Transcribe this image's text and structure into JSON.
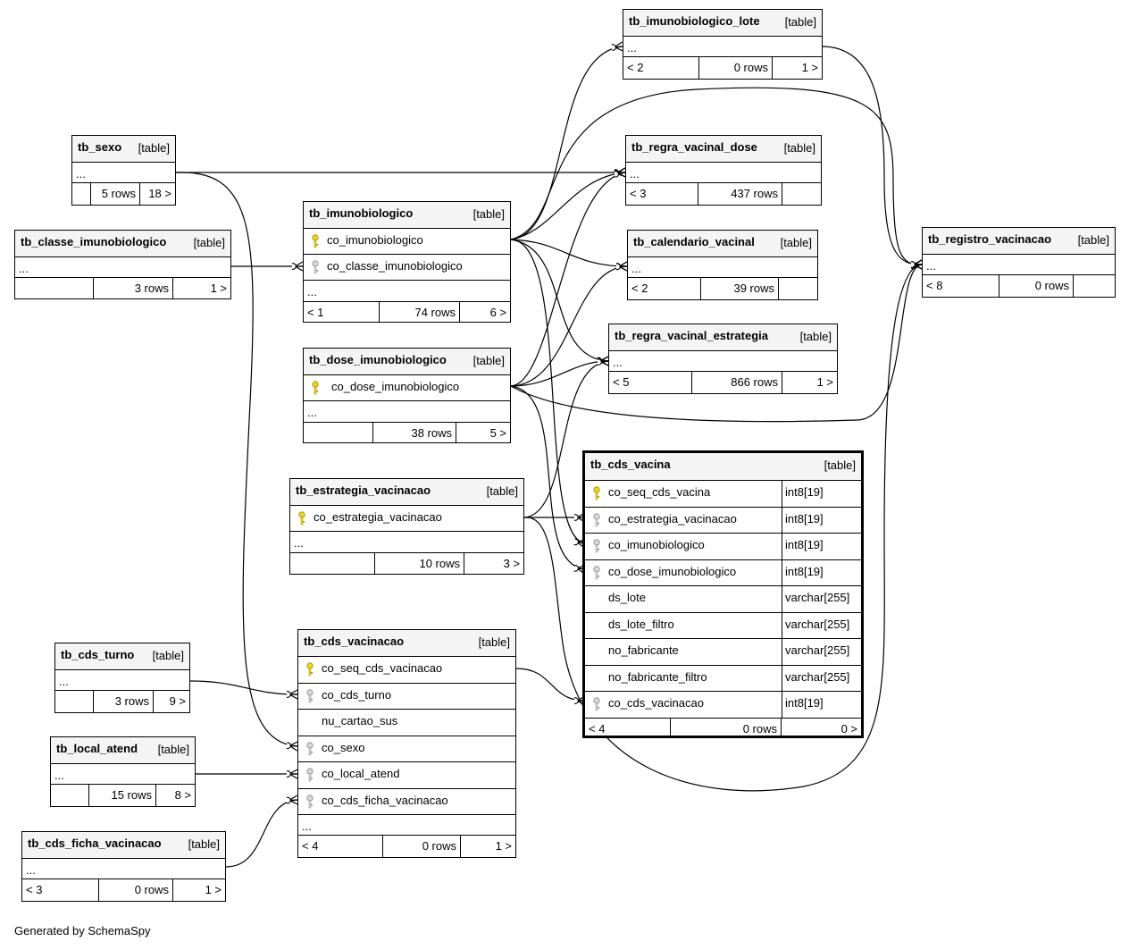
{
  "footer": "Generated by SchemaSpy",
  "colors": {
    "pk_key": "#f2d60f",
    "fk_key": "#b8b8b8",
    "header_bg": "#f4f4f4",
    "line": "#000000"
  },
  "tables": {
    "lote": {
      "name": "tb_imunobiologico_lote",
      "type": "[table]",
      "ellipsis": "...",
      "parents": "< 2",
      "rows": "0 rows",
      "children": "1 >"
    },
    "dose_regra": {
      "name": "tb_regra_vacinal_dose",
      "type": "[table]",
      "ellipsis": "...",
      "parents": "< 3",
      "rows": "437 rows",
      "children": ""
    },
    "calendario": {
      "name": "tb_calendario_vacinal",
      "type": "[table]",
      "ellipsis": "...",
      "parents": "< 2",
      "rows": "39 rows",
      "children": ""
    },
    "estrategia_regra": {
      "name": "tb_regra_vacinal_estrategia",
      "type": "[table]",
      "ellipsis": "...",
      "parents": "< 5",
      "rows": "866 rows",
      "children": "1 >"
    },
    "registro": {
      "name": "tb_registro_vacinacao",
      "type": "[table]",
      "ellipsis": "...",
      "parents": "< 8",
      "rows": "0 rows",
      "children": ""
    },
    "sexo": {
      "name": "tb_sexo",
      "type": "[table]",
      "ellipsis": "...",
      "parents": "",
      "rows": "5 rows",
      "children": "18 >"
    },
    "classe": {
      "name": "tb_classe_imunobiologico",
      "type": "[table]",
      "ellipsis": "...",
      "parents": "",
      "rows": "3 rows",
      "children": "1 >"
    },
    "imuno": {
      "name": "tb_imunobiologico",
      "type": "[table]",
      "col1": "co_imunobiologico",
      "col2": "co_classe_imunobiologico",
      "ellipsis": "...",
      "parents": "< 1",
      "rows": "74 rows",
      "children": "6 >"
    },
    "dose": {
      "name": "tb_dose_imunobiologico",
      "type": "[table]",
      "col1": "co_dose_imunobiologico",
      "ellipsis": "...",
      "parents": "",
      "rows": "38 rows",
      "children": "5 >"
    },
    "estrategia": {
      "name": "tb_estrategia_vacinacao",
      "type": "[table]",
      "col1": "co_estrategia_vacinacao",
      "ellipsis": "...",
      "parents": "",
      "rows": "10 rows",
      "children": "3 >"
    },
    "vacina": {
      "name": "tb_cds_vacina",
      "type": "[table]",
      "columns": [
        {
          "name": "co_seq_cds_vacina",
          "dtype": "int8[19]"
        },
        {
          "name": "co_estrategia_vacinacao",
          "dtype": "int8[19]"
        },
        {
          "name": "co_imunobiologico",
          "dtype": "int8[19]"
        },
        {
          "name": "co_dose_imunobiologico",
          "dtype": "int8[19]"
        },
        {
          "name": "ds_lote",
          "dtype": "varchar[255]"
        },
        {
          "name": "ds_lote_filtro",
          "dtype": "varchar[255]"
        },
        {
          "name": "no_fabricante",
          "dtype": "varchar[255]"
        },
        {
          "name": "no_fabricante_filtro",
          "dtype": "varchar[255]"
        },
        {
          "name": "co_cds_vacinacao",
          "dtype": "int8[19]"
        }
      ],
      "parents": "< 4",
      "rows": "0 rows",
      "children": "0 >"
    },
    "turno": {
      "name": "tb_cds_turno",
      "type": "[table]",
      "ellipsis": "...",
      "parents": "",
      "rows": "3 rows",
      "children": "9 >"
    },
    "local": {
      "name": "tb_local_atend",
      "type": "[table]",
      "ellipsis": "...",
      "parents": "",
      "rows": "15 rows",
      "children": "8 >"
    },
    "ficha": {
      "name": "tb_cds_ficha_vacinacao",
      "type": "[table]",
      "ellipsis": "...",
      "parents": "< 3",
      "rows": "0 rows",
      "children": "1 >"
    },
    "vacinacao": {
      "name": "tb_cds_vacinacao",
      "type": "[table]",
      "columns": [
        "co_seq_cds_vacinacao",
        "co_cds_turno",
        "nu_cartao_sus",
        "co_sexo",
        "co_local_atend",
        "co_cds_ficha_vacinacao"
      ],
      "ellipsis": "...",
      "parents": "< 4",
      "rows": "0 rows",
      "children": "1 >"
    }
  }
}
